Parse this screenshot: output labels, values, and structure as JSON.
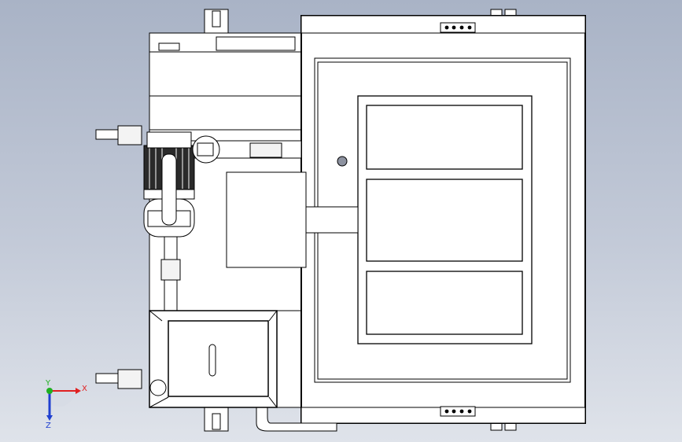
{
  "viewport": {
    "background_top": "#a9b3c6",
    "background_bottom": "#dfe3ea",
    "line_color": "#000000",
    "part_fill": "#ffffff"
  },
  "triad": {
    "x_label": "X",
    "y_label": "Y",
    "z_label": "Z",
    "x_color": "#e02020",
    "y_color": "#20b020",
    "z_color": "#2040d0"
  }
}
